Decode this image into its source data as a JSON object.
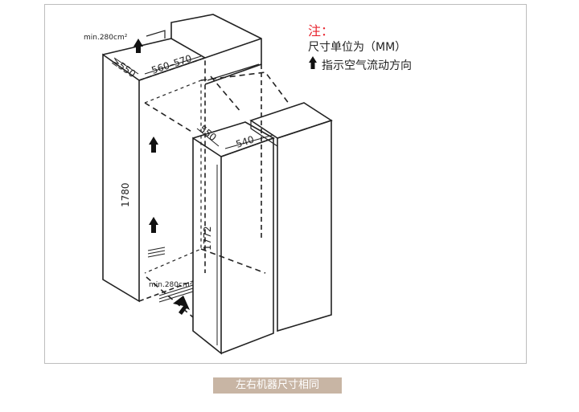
{
  "notes": {
    "title": "注：",
    "unit": "尺寸单位为（MM）",
    "airflow": "指示空气流动方向"
  },
  "dimensions": {
    "top_vent": "min.280cm²",
    "bottom_vent": "min.280cm²",
    "niche_depth": "≥550",
    "niche_width": "560–570",
    "niche_height": "1780",
    "appliance_depth": "550",
    "appliance_width": "540",
    "appliance_height": "1772"
  },
  "caption": "左右机器尺寸相同",
  "colors": {
    "accent": "#e8242e",
    "caption_bg": "#c8b5a4",
    "line": "#222222"
  }
}
